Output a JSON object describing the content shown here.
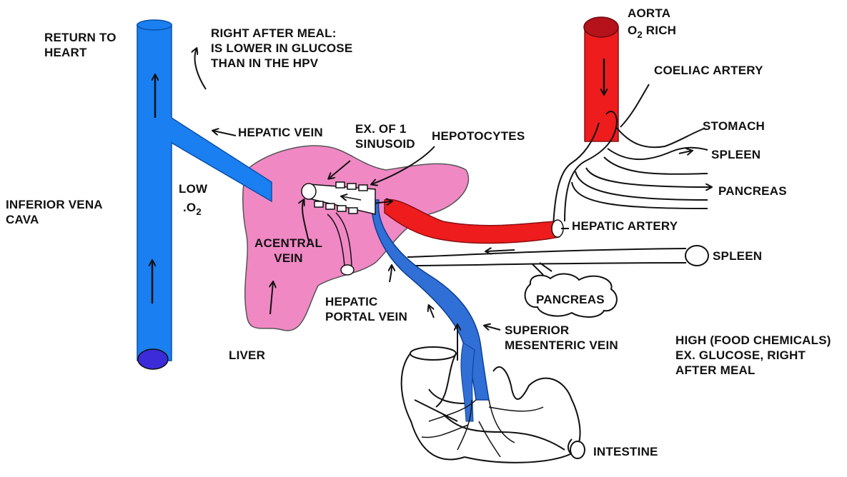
{
  "colors": {
    "vena_cava": "#1a7ff0",
    "aorta": "#ee1c1c",
    "aorta_top": "#b5121b",
    "liver": "#f088c4",
    "portal_vein": "#2f6fd6",
    "vena_cava_bottom": "#3b2bd8",
    "ink": "#111111"
  },
  "labels": {
    "return_to_heart": "RETURN TO\nHEART",
    "right_after_meal": "RIGHT AFTER MEAL:\nIS LOWER IN GLUCOSE\nTHAN IN THE HPV",
    "aorta_line1": "AORTA",
    "aorta_o": "O",
    "aorta_sub": "2",
    "aorta_rich": " RICH",
    "coeliac_artery": "COELIAC ARTERY",
    "stomach": "STOMACH",
    "spleen_upper": "SPLEEN",
    "pancreas_upper": "PANCREAS",
    "hepatic_vein": "HEPATIC VEIN",
    "example_sinusoid": "EX. OF 1\nSINUSOID",
    "hepatocytes": "HEPOTOCYTES",
    "low_line1": "LOW",
    "low_o": ".O",
    "low_sub": "2",
    "inferior_vena_cava": "INFERIOR VENA\nCAVA",
    "acentral_vein": "ACENTRAL\nVEIN",
    "hepatic_artery": "HEPATIC ARTERY",
    "spleen_lower": "SPLEEN",
    "pancreas_lower": "PANCREAS",
    "hepatic_portal_vein": "HEPATIC\nPORTAL VEIN",
    "superior_mesenteric_vein": "SUPERIOR\nMESENTERIC VEIN",
    "high_food_chemicals": "HIGH (FOOD CHEMICALS)\nEX. GLUCOSE, RIGHT\nAFTER MEAL",
    "liver": "LIVER",
    "intestine": "INTESTINE"
  }
}
